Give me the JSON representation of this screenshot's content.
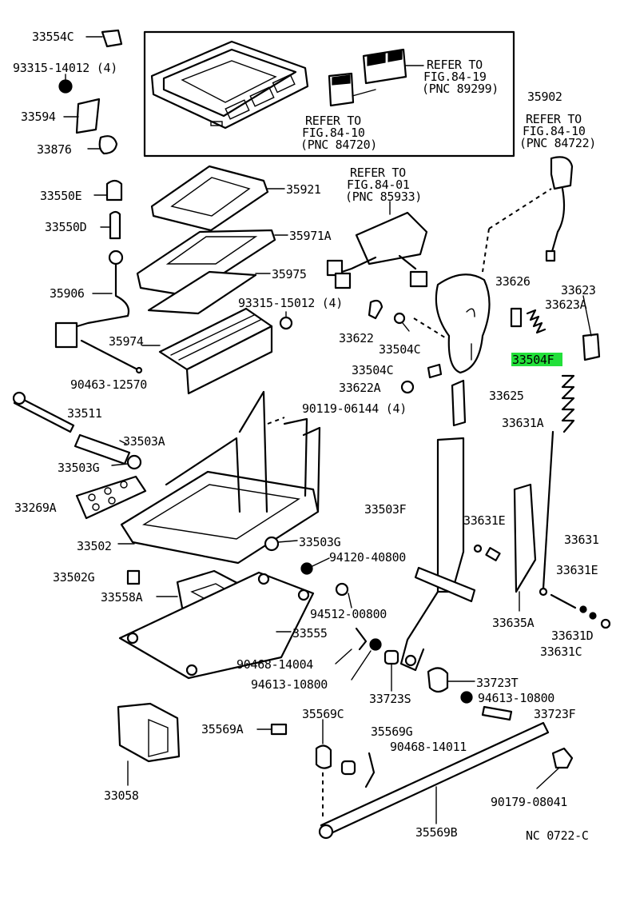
{
  "labels": {
    "p33554c": "33554C",
    "p93315_14012": "93315-14012 (4)",
    "p33594": "33594",
    "p33876": "33876",
    "p33550e": "33550E",
    "p33550d": "33550D",
    "p35906": "35906",
    "p35974": "35974",
    "p90463": "90463-12570",
    "p33511": "33511",
    "p33503a": "33503A",
    "p33503g_a": "33503G",
    "p33269a": "33269A",
    "p33502": "33502",
    "p33502g": "33502G",
    "p33558a": "33558A",
    "p35921": "35921",
    "p35971a": "35971A",
    "p35975": "35975",
    "p93315_15012": "93315-15012 (4)",
    "p90119": "90119-06144 (4)",
    "p33503g_b": "33503G",
    "p94120": "94120-40800",
    "p94512": "94512-00800",
    "p33555": "33555",
    "p90468_14004": "90468-14004",
    "p94613_a": "94613-10800",
    "p33723s": "33723S",
    "p35902": "35902",
    "p33626": "33626",
    "p33623": "33623",
    "p33623a": "33623A",
    "p33622": "33622",
    "p33504c_a": "33504C",
    "p33504f": "33504F",
    "p33504c_b": "33504C",
    "p33622a": "33622A",
    "p33625": "33625",
    "p33631a": "33631A",
    "p33503f": "33503F",
    "p33631e_a": "33631E",
    "p33631": "33631",
    "p33631e_b": "33631E",
    "p33635a": "33635A",
    "p33631d": "33631D",
    "p33631c": "33631C",
    "p33723t": "33723T",
    "p94613_b": "94613-10800",
    "p33723f": "33723F",
    "p35569a": "35569A",
    "p35569c": "35569C",
    "p35569g": "35569G",
    "p90468_14011": "90468-14011",
    "p33058": "33058",
    "p90179": "90179-08041",
    "p35569b": "35569B",
    "code": "NC 0722-C"
  },
  "refs": {
    "r1": [
      "REFER TO",
      "FIG.84-19",
      "(PNC 89299)"
    ],
    "r2": [
      "REFER TO",
      "FIG.84-10",
      "(PNC 84720)"
    ],
    "r3": [
      "REFER TO",
      "FIG.84-10",
      "(PNC 84722)"
    ],
    "r4": [
      "REFER TO",
      "FIG.84-01",
      "(PNC 85933)"
    ]
  },
  "highlight": {
    "part": "33504F",
    "color": "#22e03a"
  },
  "icon_names": [
    "bolt-icon",
    "nut-icon",
    "washer-icon",
    "pin-icon"
  ]
}
